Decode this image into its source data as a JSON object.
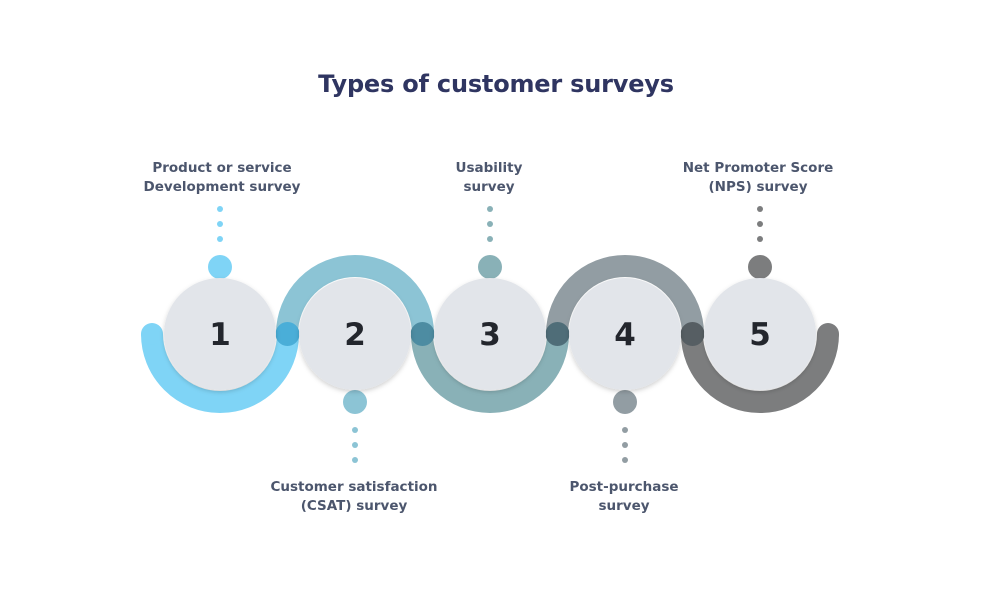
{
  "title": "Types of customer surveys",
  "steps": [
    {
      "number": "1",
      "label_line1": "Product or service",
      "label_line2": "Development survey",
      "color": "#7fd4f6",
      "position": "top"
    },
    {
      "number": "2",
      "label_line1": "Customer satisfaction",
      "label_line2": "(CSAT) survey",
      "color": "#8cc4d5",
      "position": "bottom"
    },
    {
      "number": "3",
      "label_line1": "Usability",
      "label_line2": "survey",
      "color": "#89b1b7",
      "position": "top"
    },
    {
      "number": "4",
      "label_line1": "Post-purchase",
      "label_line2": "survey",
      "color": "#929da3",
      "position": "bottom"
    },
    {
      "number": "5",
      "label_line1": "Net Promoter Score",
      "label_line2": "(NPS) survey",
      "color": "#7c7d7e",
      "position": "top"
    }
  ],
  "colors": {
    "title": "#2f3561",
    "label": "#4c566d",
    "circle_fill": "#e2e5ea",
    "number": "#23262d",
    "joints": [
      "#4aaed8",
      "#4d8ca2",
      "#4f6d78",
      "#565e63"
    ]
  }
}
